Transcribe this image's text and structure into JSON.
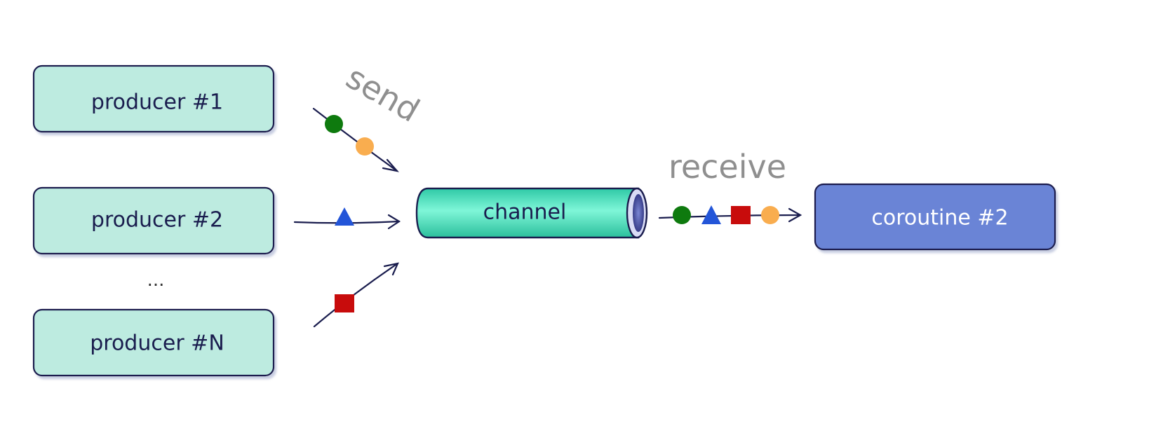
{
  "producers": [
    {
      "label": "producer #1"
    },
    {
      "label": "producer #2"
    },
    {
      "label": "producer #N"
    }
  ],
  "ellipsis": "...",
  "channel": {
    "label": "channel"
  },
  "consumer": {
    "label": "coroutine #2"
  },
  "labels": {
    "send": "send",
    "receive": "receive"
  },
  "colors": {
    "producer_fill": "#bdebe0",
    "producer_stroke": "#1a1d4e",
    "consumer_fill": "#6b84d6",
    "channel_fill": "#4fe3be",
    "arrow": "#1a1d4e",
    "item_circle_green": "#0e7a0e",
    "item_circle_orange": "#f9ad4f",
    "item_triangle_blue": "#2355d8",
    "item_square_red": "#c80c0c"
  }
}
